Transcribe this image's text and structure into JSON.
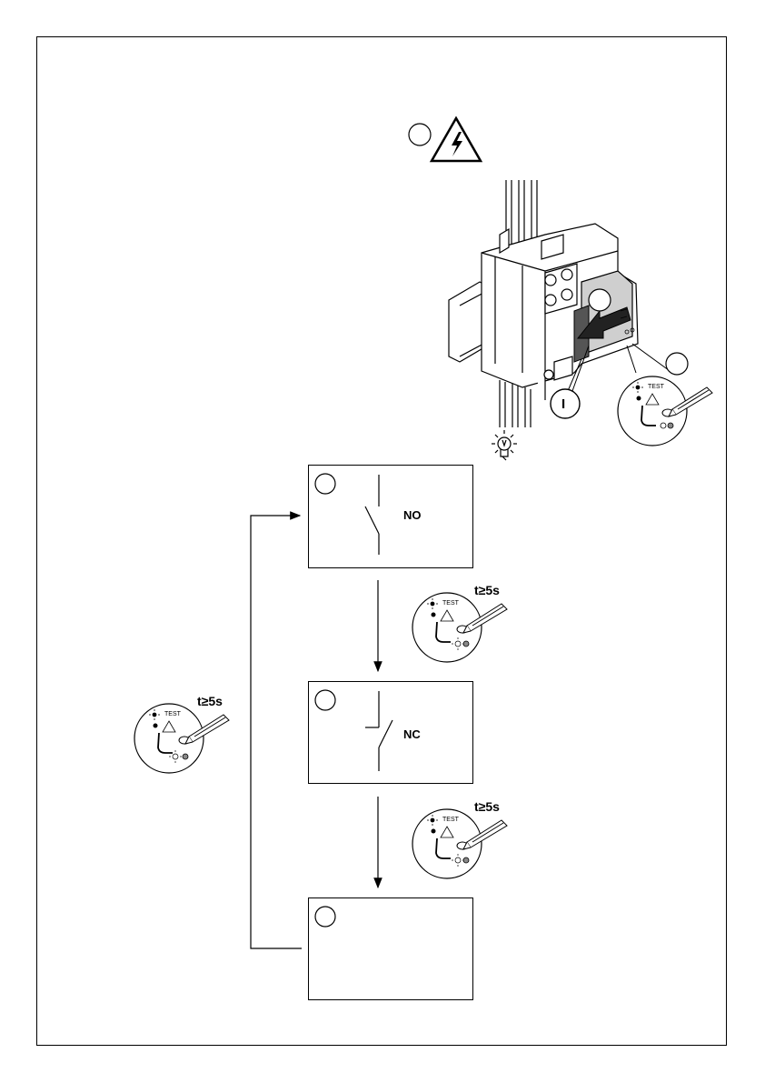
{
  "states": [
    {
      "id": "state-no",
      "label": "NO"
    },
    {
      "id": "state-nc",
      "label": "NC"
    },
    {
      "id": "state-off",
      "label": ""
    }
  ],
  "test_button": {
    "label": "TEST",
    "hold_time": "t≥5s"
  },
  "device": {
    "switch_position": "I"
  },
  "icons": [
    "warning-high-voltage-icon",
    "lamp-icon",
    "warning-triangle-icon",
    "pen-icon",
    "sun-icon"
  ]
}
